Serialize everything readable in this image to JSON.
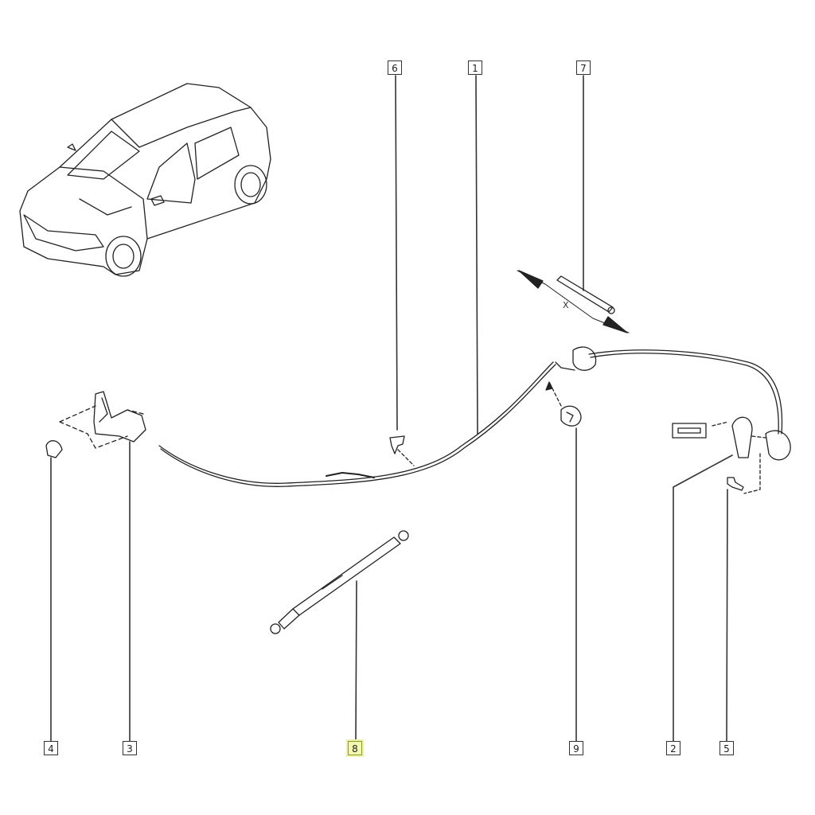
{
  "diagram": {
    "callouts": [
      {
        "id": "6",
        "label": "6"
      },
      {
        "id": "1",
        "label": "1"
      },
      {
        "id": "7",
        "label": "7"
      },
      {
        "id": "4",
        "label": "4"
      },
      {
        "id": "3",
        "label": "3"
      },
      {
        "id": "8",
        "label": "8",
        "highlighted": true
      },
      {
        "id": "9",
        "label": "9"
      },
      {
        "id": "2",
        "label": "2"
      },
      {
        "id": "5",
        "label": "5"
      }
    ],
    "dimension_label": "X",
    "highlight_color": "#f4f7b0"
  }
}
